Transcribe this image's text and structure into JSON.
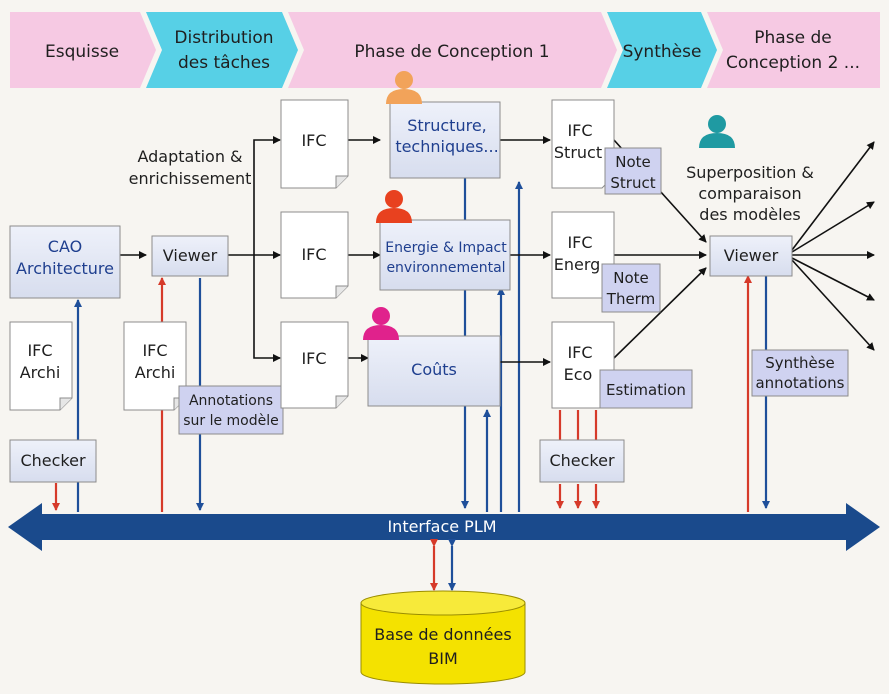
{
  "phases": {
    "esquisse": "Esquisse",
    "distribution_l1": "Distribution",
    "distribution_l2": "des tâches",
    "conception1": "Phase de Conception 1",
    "synthese": "Synthèse",
    "conception2_l1": "Phase de",
    "conception2_l2": "Conception 2 ..."
  },
  "nodes": {
    "cao_l1": "CAO",
    "cao_l2": "Architecture",
    "ifc_archi_1_l1": "IFC",
    "ifc_archi_1_l2": "Archi",
    "checker_1": "Checker",
    "viewer_1": "Viewer",
    "ifc_archi_2_l1": "IFC",
    "ifc_archi_2_l2": "Archi",
    "annotations_l1": "Annotations",
    "annotations_l2": "sur le modèle",
    "adaptation_l1": "Adaptation &",
    "adaptation_l2": "enrichissement",
    "ifc_top": "IFC",
    "ifc_mid": "IFC",
    "ifc_bot": "IFC",
    "structure_l1": "Structure,",
    "structure_l2": "techniques...",
    "energie_l1": "Energie & Impact",
    "energie_l2": "environnemental",
    "couts": "Coûts",
    "ifc_struct_l1": "IFC",
    "ifc_struct_l2": "Struct",
    "note_struct_l1": "Note",
    "note_struct_l2": "Struct",
    "ifc_energ_l1": "IFC",
    "ifc_energ_l2": "Energ",
    "note_therm_l1": "Note",
    "note_therm_l2": "Therm",
    "ifc_eco_l1": "IFC",
    "ifc_eco_l2": "Eco",
    "estimation": "Estimation",
    "checker_2": "Checker",
    "superposition_l1": "Superposition &",
    "superposition_l2": "comparaison",
    "superposition_l3": "des modèles",
    "viewer_2": "Viewer",
    "synthese_l1": "Synthèse",
    "synthese_l2": "annotations",
    "plm": "Interface PLM",
    "bim_l1": "Base de données",
    "bim_l2": "BIM"
  },
  "colors": {
    "phase_pink": "#f6c9e3",
    "phase_cyan": "#57d0e6",
    "box_blue": "#e4e9f6",
    "note_lilac": "#cfd2f0",
    "plm_blue": "#1a4a8c",
    "red_arrow": "#d63a2a",
    "blue_arrow": "#1f4f9a",
    "bim_yellow": "#f4e200",
    "person_orange": "#f2a35a",
    "person_red": "#e8411f",
    "person_magenta": "#e0228c",
    "person_teal": "#1f9aa2"
  }
}
